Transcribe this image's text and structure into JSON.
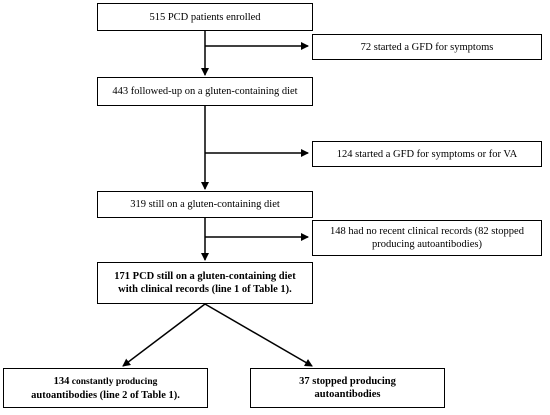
{
  "flow": {
    "enrolled": "515 PCD patients enrolled",
    "gfd_symptoms": "72 started a GFD for symptoms",
    "followed_up": "443 followed-up on a gluten-containing diet",
    "gfd_symptoms_va": "124 started a GFD for symptoms or for VA",
    "still_gluten": "319 still on a gluten-containing diet",
    "no_records_line1": "148 had no recent clinical records (82 stopped",
    "no_records_line2": "producing autoantibodies)",
    "with_records_line1": "171 PCD still on a gluten-containing diet",
    "with_records_line2": "with clinical records (line 1 of Table 1).",
    "constant_line1_num": "134",
    "constant_line1_text": " constantly producing",
    "constant_line2": "autoantibodies (line 2 of Table 1).",
    "stopped_line1": "37 stopped producing",
    "stopped_line2": "autoantibodies"
  }
}
